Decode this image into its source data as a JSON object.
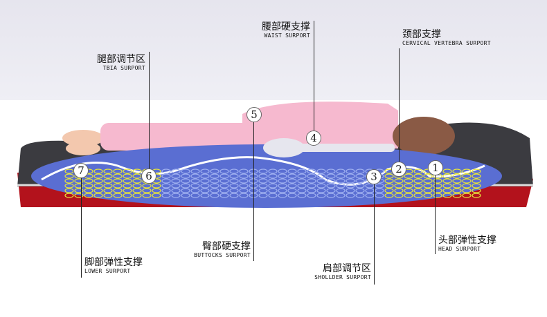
{
  "callouts": [
    {
      "num": "1",
      "cn": "头部弹性支撑",
      "en": "HEAD SURPORT"
    },
    {
      "num": "2",
      "cn": "颈部支撑",
      "en": "CERVICAL VERTEBRA SURPORT"
    },
    {
      "num": "3",
      "cn": "肩部调节区",
      "en": "SHOLLDER SURPORT"
    },
    {
      "num": "4",
      "cn": "腰部硬支撑",
      "en": "WAIST SURPORT"
    },
    {
      "num": "5",
      "cn": "臀部硬支撑",
      "en": "BUTTOCKS SURPORT"
    },
    {
      "num": "6",
      "cn": "腿部调节区",
      "en": "TBIA SURPORT"
    },
    {
      "num": "7",
      "cn": "脚部弹性支撑",
      "en": "LOWER SURPORT"
    }
  ],
  "colors": {
    "cutaway": "#5a6ed2",
    "mattress_top": "#3a3a3e",
    "mattress_base": "#b3121c",
    "body": "#f6b9cf",
    "spring_yellow": "#e6e43a",
    "spring_blue": "#9fb0f0"
  }
}
